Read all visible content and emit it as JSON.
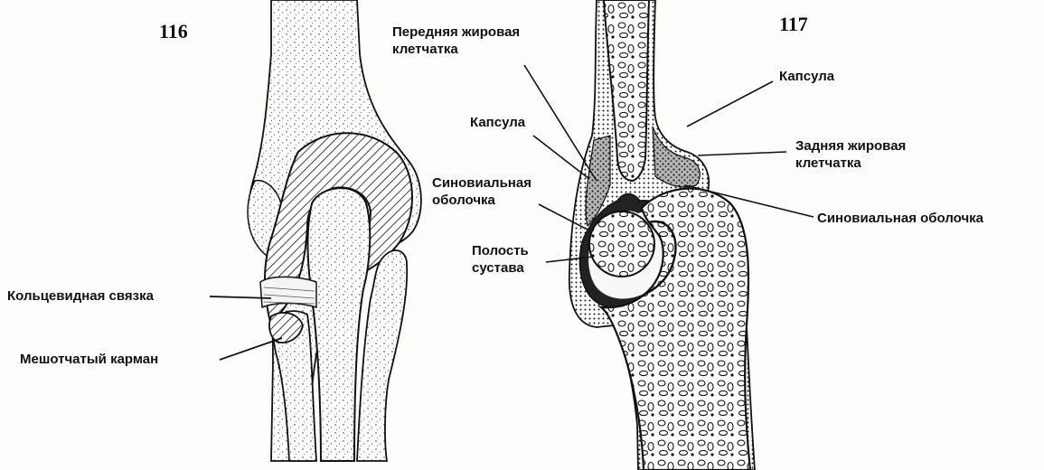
{
  "figures": [
    {
      "number": "116",
      "labels": {
        "annular_ligament": "Кольцевидная связка",
        "saccular_recess": "Мешотчатый карман"
      }
    },
    {
      "number": "117",
      "labels": {
        "anterior_fat_line1": "Передняя жировая",
        "anterior_fat_line2": "клетчатка",
        "capsule_left": "Капсула",
        "synovial_left_line1": "Синовиальная",
        "synovial_left_line2": "оболочка",
        "joint_cavity_line1": "Полость",
        "joint_cavity_line2": "сустава",
        "capsule_right": "Капсула",
        "posterior_fat_line1": "Задняя жировая",
        "posterior_fat_line2": "клетчатка",
        "synovial_right": "Синовиальная оболочка"
      }
    }
  ],
  "colors": {
    "ink": "#111111",
    "paper": "#fdfdfb",
    "fat_tissue": "#8a8a8a"
  }
}
